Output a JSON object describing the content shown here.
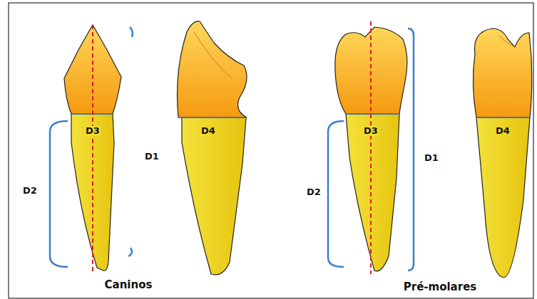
{
  "diagram": {
    "labels": [
      "D2",
      "D3",
      "D1",
      "D4",
      "Caninos",
      "D2",
      "D3",
      "D1",
      "D4",
      "Pré-molares"
    ]
  }
}
